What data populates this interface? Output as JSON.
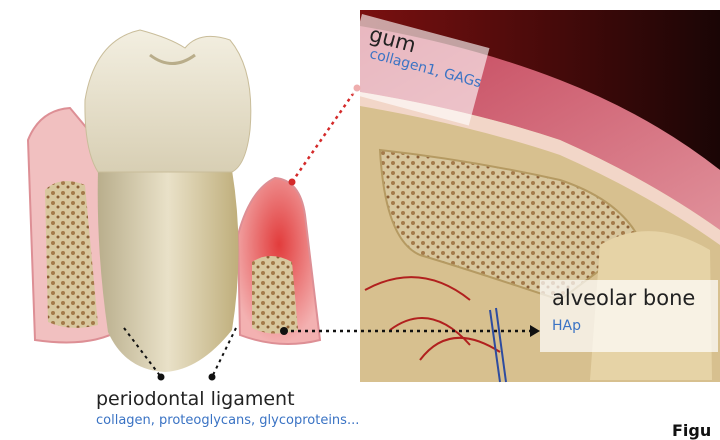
{
  "labels": {
    "gum": {
      "title": "gum",
      "composition": "collagen1, GAGs"
    },
    "alveolar_bone": {
      "title": "alveolar bone",
      "composition": "HAp"
    },
    "periodontal_ligament": {
      "title": "periodontal ligament",
      "composition": "collagen, proteoglycans, glycoproteins..."
    },
    "figure_caption_fragment": "Figu"
  },
  "colors": {
    "label_text": "#222222",
    "composition_text": "#3a73c4",
    "connector_gum": "#d42a2a",
    "connector_black": "#111111",
    "gum_pink": "#e8a0a4",
    "gum_red": "#e24848",
    "bone_beige": "#d9c49a",
    "tooth_crown": "#ece6d2"
  },
  "icons": [
    "tooth-illustration",
    "tissue-closeup-image"
  ]
}
